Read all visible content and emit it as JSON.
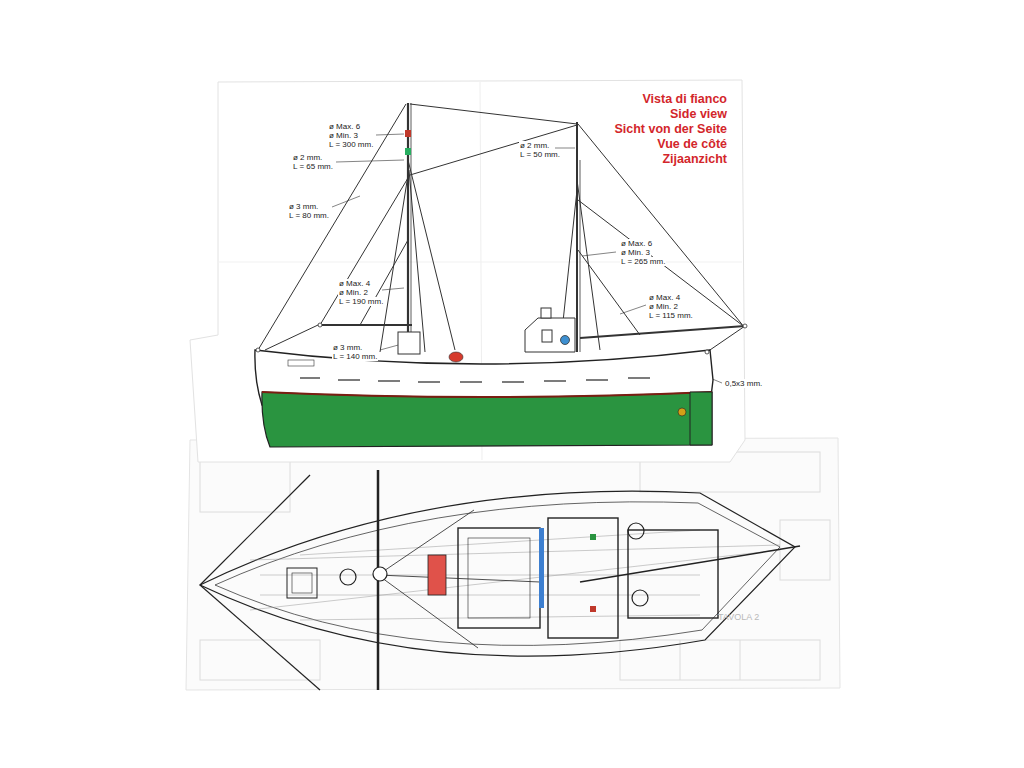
{
  "diagram": {
    "labels": [
      "Vista di fianco",
      "Side view",
      "Sicht von der Seite",
      "Vue de côté",
      "Zijaanzicht",
      "ø Max. 6",
      "ø Min. 3",
      "L = 300 mm.",
      "ø 2 mm.",
      "L = 65 mm.",
      "ø 3 mm.",
      "L = 80 mm.",
      "ø Max. 4",
      "ø Min. 2",
      "L = 190 mm.",
      "ø 3 mm.",
      "L = 140 mm.",
      "ø 2 mm.",
      "L = 50 mm.",
      "ø Max. 6",
      "ø Min. 3",
      "L = 265 mm.",
      "ø Max. 4",
      "ø Min. 2",
      "L = 115 mm.",
      "0,5x3 mm.",
      "TAVOLA 2"
    ]
  }
}
